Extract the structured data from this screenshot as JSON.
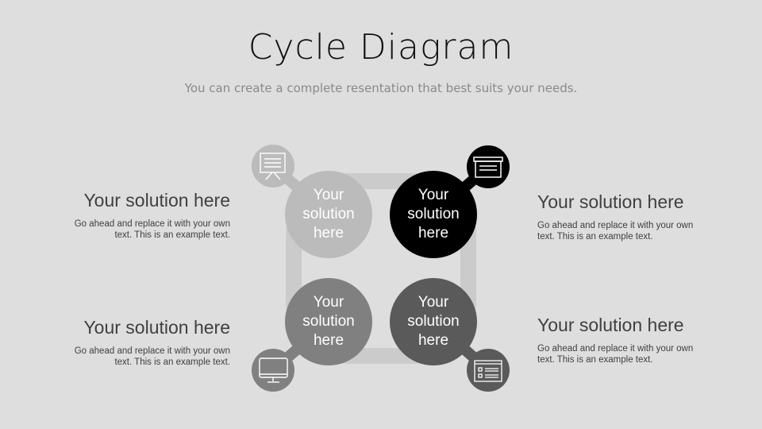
{
  "slide": {
    "title": "Cycle Diagram",
    "subtitle": "You can create a complete resentation that best suits your needs.",
    "background": "#dedede"
  },
  "nodes": [
    {
      "position": "top-left",
      "label_line1": "Your",
      "label_line2": "solution",
      "label_line3": "here",
      "color": "#bbbbbb",
      "icon": "presentation-board-icon"
    },
    {
      "position": "top-right",
      "label_line1": "Your",
      "label_line2": "solution",
      "label_line3": "here",
      "color": "#000000",
      "icon": "archive-box-icon"
    },
    {
      "position": "bottom-left",
      "label_line1": "Your",
      "label_line2": "solution",
      "label_line3": "here",
      "color": "#808080",
      "icon": "desktop-monitor-icon"
    },
    {
      "position": "bottom-right",
      "label_line1": "Your",
      "label_line2": "solution",
      "label_line3": "here",
      "color": "#5a5a5a",
      "icon": "browser-list-icon"
    }
  ],
  "ring_color": "#cbcbcb",
  "sections": [
    {
      "position": "top-left",
      "title": "Your solution here",
      "body_line1": "Go ahead and replace it with your own",
      "body_line2": "text.  This is an example text."
    },
    {
      "position": "top-right",
      "title": "Your solution here",
      "body_line1": "Go ahead and replace it with your own",
      "body_line2": "text.  This is an example text."
    },
    {
      "position": "bottom-left",
      "title": "Your solution here",
      "body_line1": "Go ahead and replace it with your own",
      "body_line2": "text.  This is an example text."
    },
    {
      "position": "bottom-right",
      "title": "Your solution here",
      "body_line1": "Go ahead and replace it with your own",
      "body_line2": "text.  This is an example text."
    }
  ]
}
